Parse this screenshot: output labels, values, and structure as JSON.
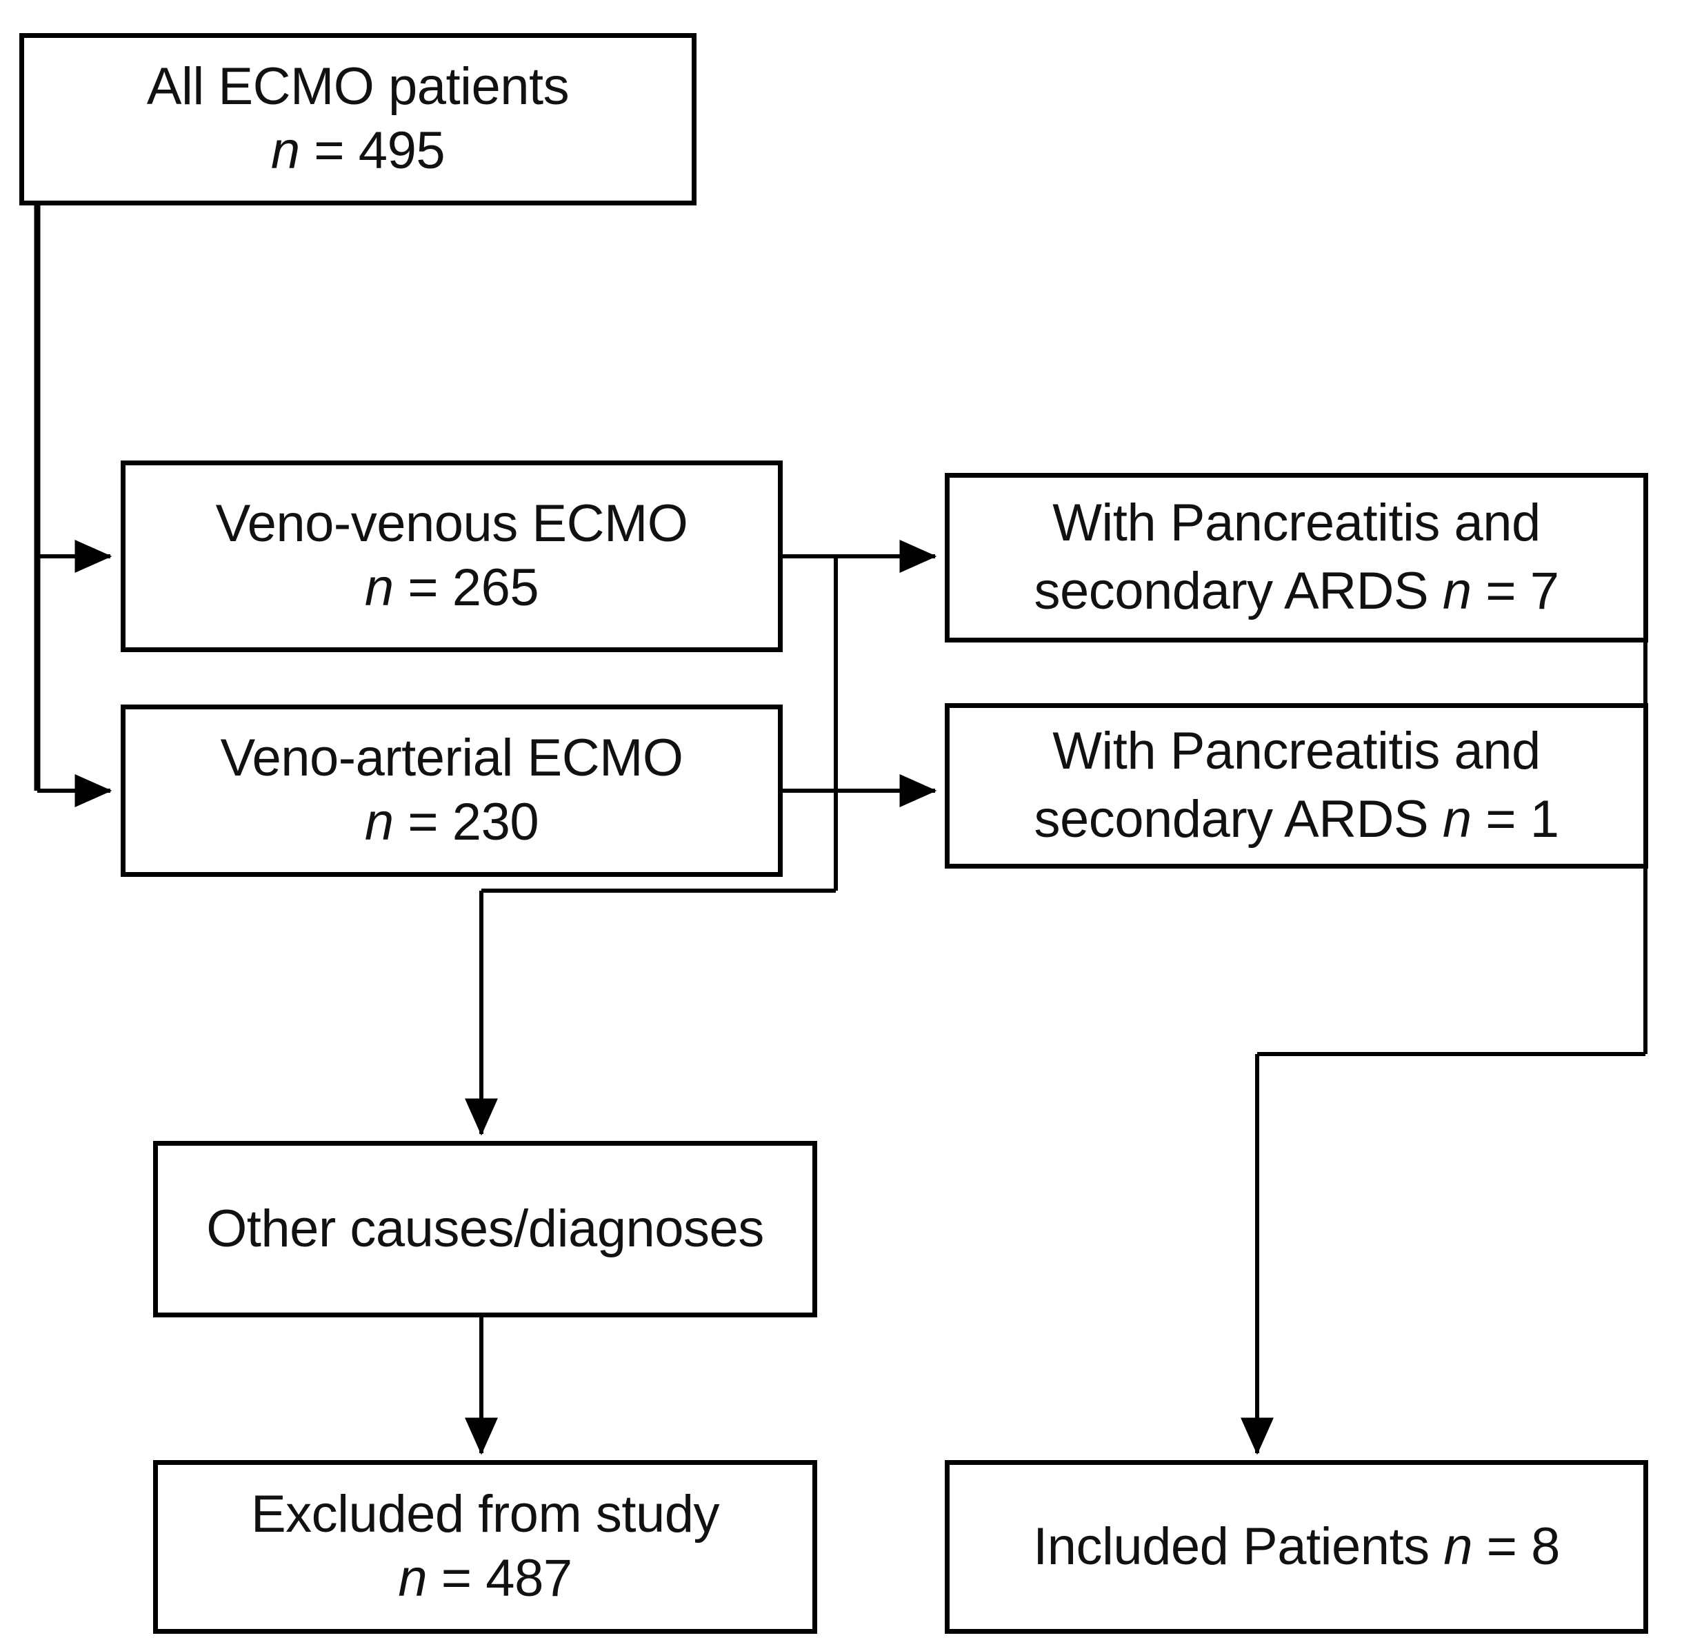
{
  "diagram": {
    "title": "ECMO patient selection flow diagram",
    "type": "flowchart",
    "stroke_color": "#000000",
    "background_color": "#ffffff",
    "text_color": "#111111"
  },
  "nodes": {
    "all_ecmo": {
      "line1": "All ECMO patients",
      "n_label": "n",
      "n_value": "= 495"
    },
    "vv_ecmo": {
      "line1": "Veno-venous ECMO",
      "n_label": "n",
      "n_value": "= 265"
    },
    "va_ecmo": {
      "line1": "Veno-arterial ECMO",
      "n_label": "n",
      "n_value": "= 230"
    },
    "panc_vv": {
      "line1": "With Pancreatitis and",
      "line2_pre": "secondary ARDS ",
      "n_label": "n",
      "n_value": "= 7"
    },
    "panc_va": {
      "line1": "With Pancreatitis and",
      "line2_pre": "secondary ARDS ",
      "n_label": "n",
      "n_value": "= 1"
    },
    "other_causes": {
      "line1": "Other causes/diagnoses"
    },
    "excluded": {
      "line1": "Excluded from study",
      "n_label": "n",
      "n_value": "= 487"
    },
    "included": {
      "line1_pre": "Included Patients ",
      "n_label": "n",
      "n_value": "= 8"
    }
  },
  "chart_data": {
    "type": "flowchart",
    "title": "ECMO patient selection flow diagram",
    "nodes": [
      {
        "id": "all_ecmo",
        "label": "All ECMO patients",
        "n": 495
      },
      {
        "id": "vv_ecmo",
        "label": "Veno-venous ECMO",
        "n": 265
      },
      {
        "id": "va_ecmo",
        "label": "Veno-arterial ECMO",
        "n": 230
      },
      {
        "id": "panc_vv",
        "label": "With Pancreatitis and secondary ARDS",
        "n": 7
      },
      {
        "id": "panc_va",
        "label": "With Pancreatitis and secondary ARDS",
        "n": 1
      },
      {
        "id": "other_causes",
        "label": "Other causes/diagnoses",
        "n": null
      },
      {
        "id": "excluded",
        "label": "Excluded from study",
        "n": 487
      },
      {
        "id": "included",
        "label": "Included Patients",
        "n": 8
      }
    ],
    "edges": [
      {
        "from": "all_ecmo",
        "to": "vv_ecmo"
      },
      {
        "from": "all_ecmo",
        "to": "va_ecmo"
      },
      {
        "from": "vv_ecmo",
        "to": "panc_vv"
      },
      {
        "from": "va_ecmo",
        "to": "panc_va"
      },
      {
        "from": "vv_ecmo",
        "to": "other_causes"
      },
      {
        "from": "va_ecmo",
        "to": "other_causes"
      },
      {
        "from": "other_causes",
        "to": "excluded"
      },
      {
        "from": "panc_vv",
        "to": "included"
      },
      {
        "from": "panc_va",
        "to": "included"
      }
    ]
  }
}
